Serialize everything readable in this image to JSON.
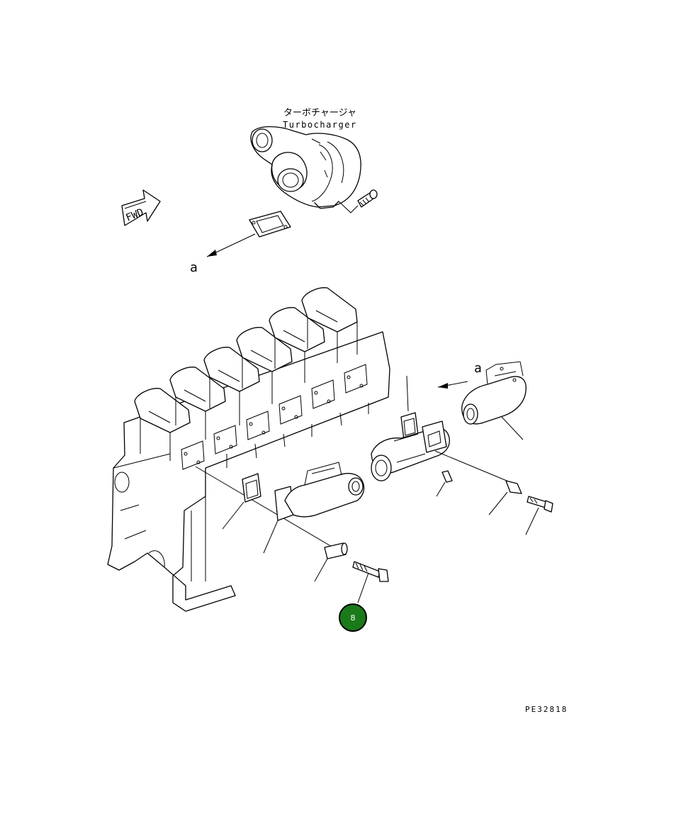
{
  "turbocharger": {
    "label_jp": "ターボチャージャ",
    "label_en": "Turbocharger"
  },
  "fwd_label": "FWD",
  "reference_a_top": "a",
  "reference_a_right": "a",
  "callout": {
    "number": "8",
    "color": "#1a7a1a"
  },
  "figure_code": "PE32818"
}
